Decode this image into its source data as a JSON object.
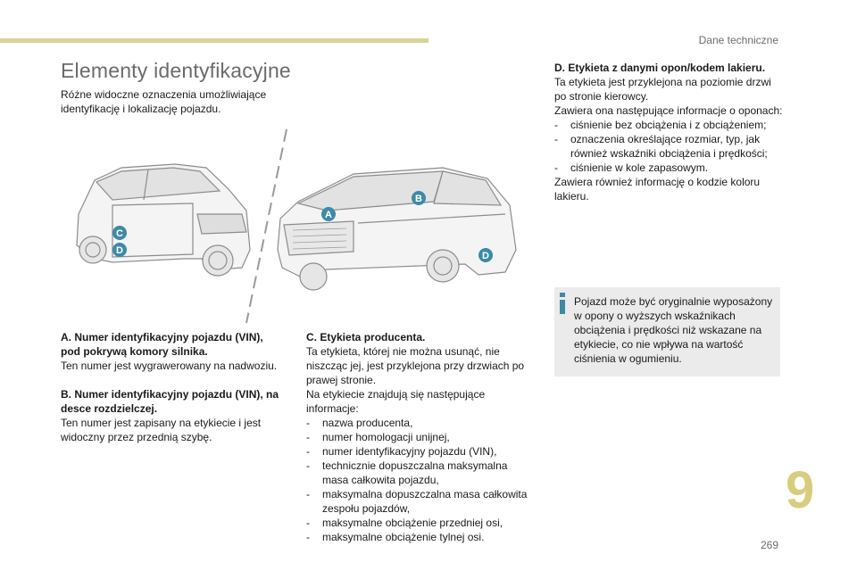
{
  "header": {
    "section": "Dane techniczne"
  },
  "title": "Elementy identyfikacyjne",
  "intro": "Różne widoczne oznaczenia umożliwiające identyfikację i lokalizację pojazdu.",
  "markers": {
    "a": "A",
    "b": "B",
    "c": "C",
    "d": "D"
  },
  "colors": {
    "accent": "#d8d39a",
    "marker": "#3d8aa6",
    "chapter": "#d8cc7e",
    "note_bg": "#ebebeb"
  },
  "section_a": {
    "heading": "A. Numer identyfikacyjny pojazdu (VIN), pod pokrywą komory silnika.",
    "text": "Ten numer jest wygrawerowany na nadwoziu."
  },
  "section_b": {
    "heading": "B. Numer identyfikacyjny pojazdu (VIN), na desce rozdzielczej.",
    "text": "Ten numer jest zapisany na etykiecie i jest widoczny przez przednią szybę."
  },
  "section_c": {
    "heading": "C. Etykieta producenta.",
    "text1": "Ta etykieta, której nie można usunąć, nie niszcząc jej, jest przyklejona przy drzwiach po prawej stronie.",
    "text2": "Na etykiecie znajdują się następujące informacje:",
    "items": [
      "nazwa producenta,",
      "numer homologacji unijnej,",
      "numer identyfikacyjny pojazdu (VIN),",
      "technicznie dopuszczalna maksymalna masa całkowita pojazdu,",
      "maksymalna dopuszczalna masa całkowita zespołu pojazdów,",
      "maksymalne obciążenie przedniej osi,",
      "maksymalne obciążenie tylnej osi."
    ]
  },
  "section_d": {
    "heading": "D. Etykieta z danymi opon/kodem lakieru.",
    "text1": "Ta etykieta jest przyklejona na poziomie drzwi po stronie kierowcy.",
    "text2": "Zawiera ona następujące informacje o oponach:",
    "items": [
      "ciśnienie bez obciążenia i z obciążeniem;",
      "oznaczenia określające rozmiar, typ, jak również wskaźniki obciążenia i prędkości;",
      "ciśnienie w kole zapasowym."
    ],
    "text3": "Zawiera również informację o kodzie koloru lakieru."
  },
  "note": {
    "text": "Pojazd może być oryginalnie wyposażony w opony o wyższych wskaźnikach obciążenia i prędkości niż wskazane na etykiecie, co nie wpływa na wartość ciśnienia w ogumieniu."
  },
  "chapter": "9",
  "page_number": "269"
}
